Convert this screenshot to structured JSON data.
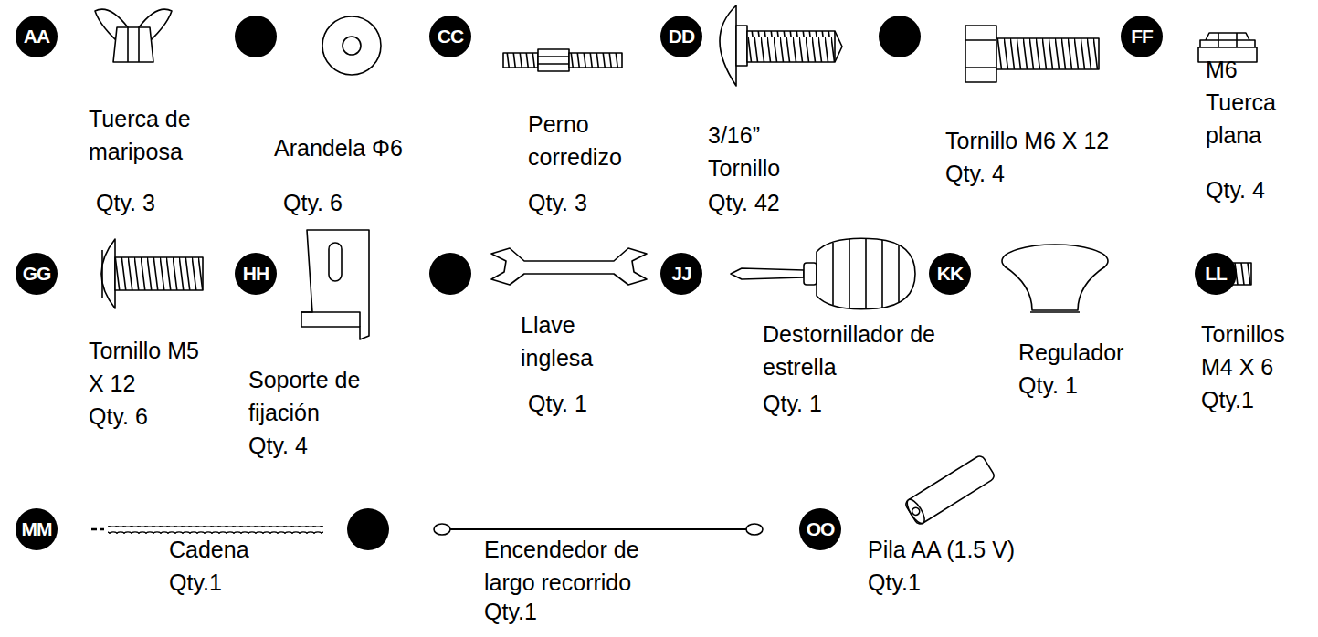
{
  "diagram": {
    "nodes": [
      {
        "text": [
          "AA"
        ]
      },
      {
        "text": [
          "CC"
        ]
      },
      {
        "text": [
          "DD"
        ]
      },
      {
        "text": [
          "FF"
        ]
      },
      {
        "text": [
          "GG"
        ]
      },
      {
        "text": [
          "HH"
        ]
      },
      {
        "text": [
          "JJ"
        ]
      },
      {
        "text": [
          "KK"
        ]
      },
      {
        "text": [
          "LL"
        ]
      },
      {
        "text": [
          "MM"
        ]
      },
      {
        "text": [
          "OO"
        ]
      }
    ],
    "edges": [],
    "labels": [
      "Tuerca de mariposa",
      "Qty. 3",
      "Arandela Φ6",
      "Qty. 6",
      "Perno corredizo",
      "Qty. 3",
      "3/16” Tornillo",
      "Qty. 42",
      "Tornillo M6 X 12 Qty. 4",
      "M6 Tuerca plana",
      "Qty. 4",
      "Tornillo M5 X 12",
      "Qty. 6",
      "Soporte de fijación",
      "Qty. 4",
      "Llave inglesa",
      "Qty. 1",
      "Destornillador de estrella",
      "Qty. 1",
      "Regulador",
      "Qty. 1",
      "Tornillos M4 X 6",
      "Qty.1",
      "Cadena",
      "Qty.1",
      "Encendedor de largo recorrido",
      "Qty.1",
      "Pila AA (1.5 V)",
      "Qty.1"
    ]
  }
}
